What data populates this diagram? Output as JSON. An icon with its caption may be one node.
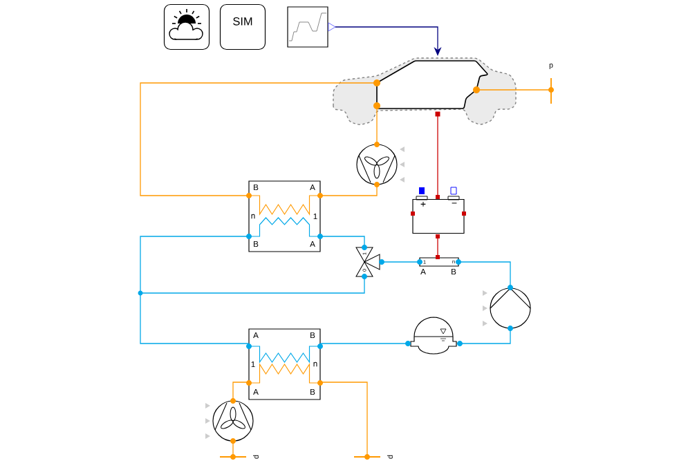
{
  "diagram": {
    "nodes": [
      {
        "text": [],
        "shape": "picture"
      },
      {
        "text": [
          "SIM"
        ]
      },
      {
        "text": [],
        "shape": "picture"
      },
      {
        "text": [],
        "shape": "picture"
      },
      {
        "text": [],
        "shape": "circle"
      },
      {
        "text": [
          "B",
          "A",
          "n",
          "1",
          "B",
          "A"
        ]
      },
      {
        "text": [
          "+",
          "−"
        ]
      },
      {
        "text": [
          "1",
          "0"
        ]
      },
      {
        "text": [
          "1",
          "n"
        ],
        "beside": [
          "A",
          "B"
        ]
      },
      {
        "text": [],
        "shape": "circle"
      },
      {
        "text": [],
        "shape": "picture"
      },
      {
        "text": [
          "A",
          "B",
          "1",
          "n",
          "A",
          "B"
        ]
      },
      {
        "text": [],
        "shape": "circle"
      },
      {
        "text": [
          "p"
        ]
      },
      {
        "text": [
          "p"
        ]
      },
      {
        "text": [
          "p"
        ]
      },
      {
        "text": [],
        "shape": "circle"
      }
    ],
    "edges": [
      {
        "from": 2,
        "to": 3,
        "arrow": "to",
        "color": "#00007f"
      },
      {
        "from": 3,
        "to": 5,
        "arrow": "none",
        "color": "#ff9900"
      },
      {
        "from": 3,
        "to": 4,
        "arrow": "none",
        "color": "#ff9900"
      },
      {
        "from": 4,
        "to": 5,
        "arrow": "none",
        "color": "#ff9900"
      },
      {
        "from": 3,
        "to": 15,
        "arrow": "none",
        "color": "#ff9900"
      },
      {
        "from": 3,
        "to": 6,
        "arrow": "none",
        "color": "#cc0000"
      },
      {
        "from": 6,
        "to": 8,
        "arrow": "none",
        "color": "#cc0000"
      },
      {
        "from": 5,
        "to": 7,
        "arrow": "none"
      },
      {
        "from": 7,
        "to": 8,
        "arrow": "none"
      },
      {
        "from": 8,
        "to": 9,
        "arrow": "none"
      },
      {
        "from": 9,
        "to": 10,
        "arrow": "none"
      },
      {
        "from": 10,
        "to": 11,
        "arrow": "none"
      },
      {
        "from": 11,
        "to": 16,
        "arrow": "none"
      },
      {
        "from": 16,
        "to": 5,
        "arrow": "none"
      },
      {
        "from": 7,
        "to": 16,
        "arrow": "none"
      },
      {
        "from": 12,
        "to": 11,
        "arrow": "none",
        "color": "#ff9900"
      },
      {
        "from": 12,
        "to": 13,
        "arrow": "none",
        "color": "#ff9900"
      },
      {
        "from": 11,
        "to": 14,
        "arrow": "none",
        "color": "#ff9900"
      }
    ]
  }
}
